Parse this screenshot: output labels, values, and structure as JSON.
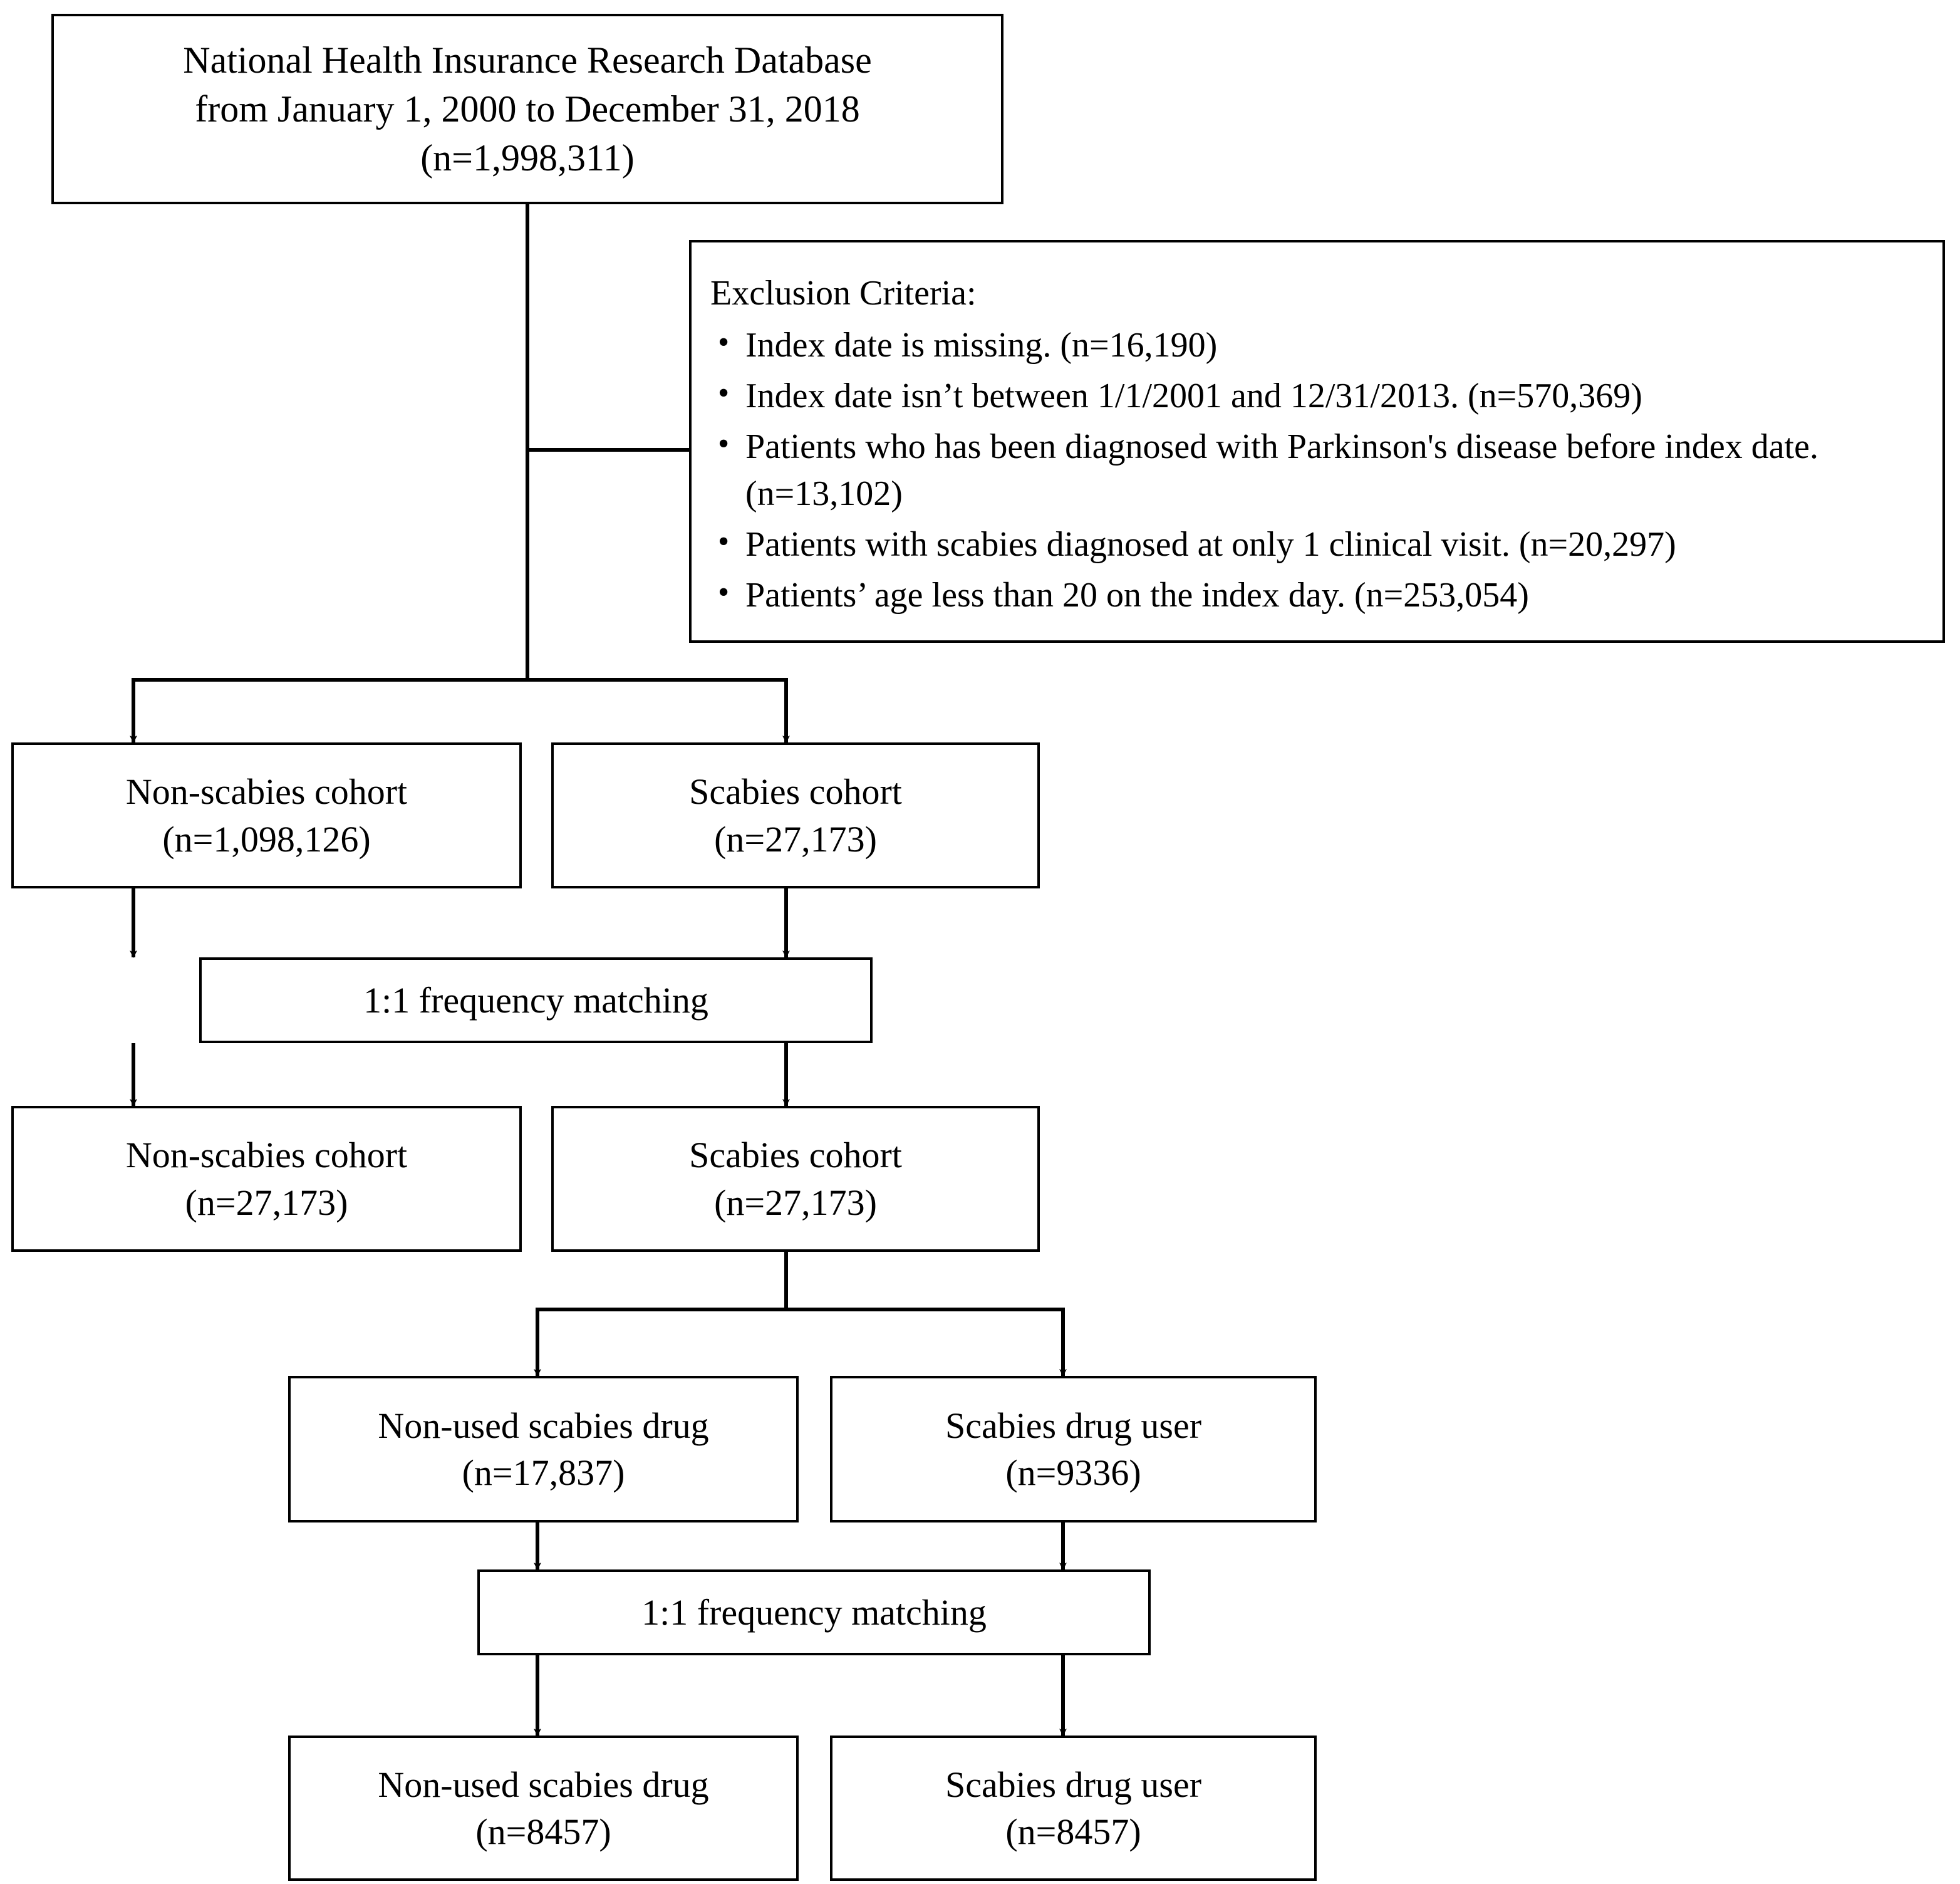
{
  "diagram": {
    "type": "flowchart",
    "title": "Study cohort selection flow diagram",
    "line_color": "#000000",
    "background_color": "#ffffff"
  },
  "source_box": {
    "line1": "National Health Insurance Research Database",
    "line2": "from January 1, 2000 to December 31, 2018",
    "line3": "(n=1,998,311)"
  },
  "exclusion": {
    "heading": "Exclusion Criteria:",
    "bullet_glyph": "•",
    "items": [
      "Index date is missing. (n=16,190)",
      "Index date isn’t between 1/1/2001 and 12/31/2013. (n=570,369)",
      "Patients who has been diagnosed with Parkinson's disease before index date. (n=13,102)",
      "Patients with scabies diagnosed at only 1 clinical visit. (n=20,297)",
      "Patients’ age less than 20 on the index day. (n=253,054)"
    ],
    "item_counts": [
      "16,190",
      "570,369",
      "13,102",
      "20,297",
      "253,054"
    ]
  },
  "cohort_row1": {
    "left": {
      "label": "Non-scabies cohort",
      "count": "(n=1,098,126)"
    },
    "right": {
      "label": "Scabies cohort",
      "count": "(n=27,173)"
    }
  },
  "matching1": {
    "label": "1:1 frequency matching"
  },
  "cohort_row2": {
    "left": {
      "label": "Non-scabies cohort",
      "count": "(n=27,173)"
    },
    "right": {
      "label": "Scabies cohort",
      "count": "(n=27,173)"
    }
  },
  "drug_row1": {
    "left": {
      "label": "Non-used scabies drug",
      "count": "(n=17,837)"
    },
    "right": {
      "label": "Scabies drug user",
      "count": "(n=9336)"
    }
  },
  "matching2": {
    "label": "1:1 frequency matching"
  },
  "drug_row2": {
    "left": {
      "label": "Non-used scabies drug",
      "count": "(n=8457)"
    },
    "right": {
      "label": "Scabies drug user",
      "count": "(n=8457)"
    }
  }
}
